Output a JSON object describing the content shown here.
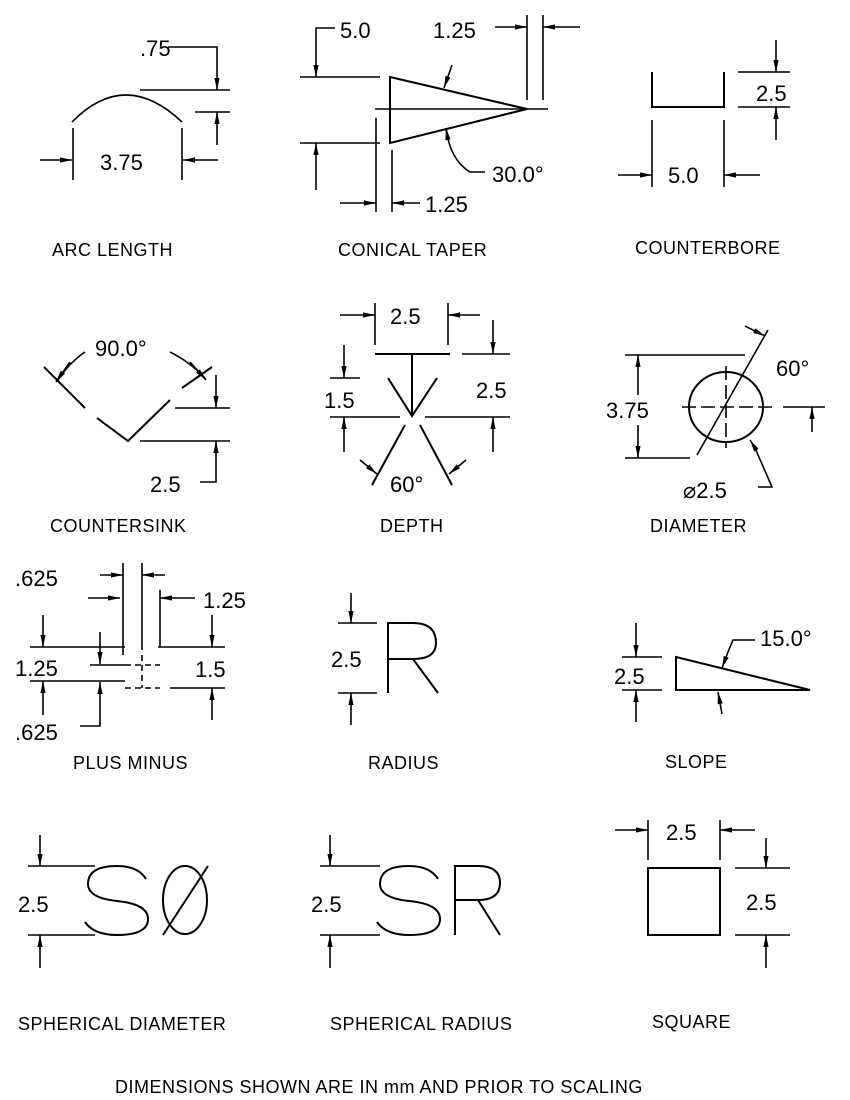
{
  "symbols": {
    "arc_length": {
      "label": "ARC LENGTH",
      "dims": [
        ".75",
        "3.75"
      ]
    },
    "conical_taper": {
      "label": "CONICAL TAPER",
      "dims": [
        "5.0",
        "1.25",
        "30.0°",
        "1.25"
      ]
    },
    "counterbore": {
      "label": "COUNTERBORE",
      "dims": [
        "2.5",
        "5.0"
      ]
    },
    "countersink": {
      "label": "COUNTERSINK",
      "dims": [
        "90.0°",
        "2.5"
      ]
    },
    "depth": {
      "label": "DEPTH",
      "dims": [
        "2.5",
        "1.5",
        "2.5",
        "60°"
      ]
    },
    "diameter": {
      "label": "DIAMETER",
      "dims": [
        "3.75",
        "60°",
        "⌀2.5"
      ]
    },
    "plus_minus": {
      "label": "PLUS MINUS",
      "dims": [
        ".625",
        "1.25",
        "1.25",
        "1.5",
        ".625"
      ]
    },
    "radius": {
      "label": "RADIUS",
      "dims": [
        "2.5"
      ]
    },
    "slope": {
      "label": "SLOPE",
      "dims": [
        "2.5",
        "15.0°"
      ]
    },
    "spherical_diameter": {
      "label": "SPHERICAL DIAMETER",
      "dims": [
        "2.5"
      ]
    },
    "spherical_radius": {
      "label": "SPHERICAL RADIUS",
      "dims": [
        "2.5"
      ]
    },
    "square": {
      "label": "SQUARE",
      "dims": [
        "2.5",
        "2.5"
      ]
    }
  },
  "footer": "DIMENSIONS SHOWN ARE IN mm AND PRIOR TO SCALING"
}
